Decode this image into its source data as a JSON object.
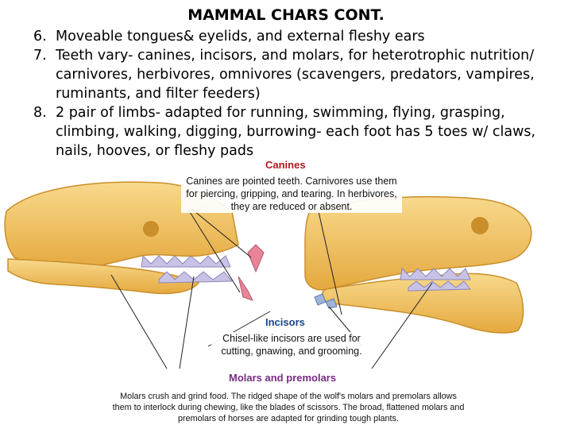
{
  "title": "MAMMAL CHARS CONT.",
  "points": [
    {
      "num": "6.",
      "text": "Moveable tongues& eyelids, and external fleshy ears"
    },
    {
      "num": "7.",
      "text": "Teeth vary- canines, incisors, and molars, for heterotrophic nutrition/ carnivores, herbivores, omnivores (scavengers, predators, vampires, ruminants, and filter feeders)"
    },
    {
      "num": "8.",
      "text": "2 pair of limbs- adapted for running, swimming, flying, grasping, climbing, walking, digging, burrowing- each foot has 5 toes w/ claws, nails, hooves, or fleshy pads"
    }
  ],
  "figure": {
    "canines": {
      "heading": "Canines",
      "caption": "Canines are pointed teeth. Carnivores use them for piercing, gripping, and tearing. In herbivores, they are reduced or absent."
    },
    "incisors": {
      "heading": "Incisors",
      "caption": "Chisel-like incisors are used for cutting, gnawing, and grooming."
    },
    "molars": {
      "heading": "Molars and premolars",
      "caption": "Molars crush and grind food. The ridged shape of the wolf's molars and premolars allows them to interlock during chewing, like the blades of scissors. The broad, flattened molars and premolars of horses are adapted for grinding tough plants."
    },
    "colors": {
      "bone": "#f2c45c",
      "bone_dark": "#c98f2a",
      "canine": "#e8849a",
      "molar": "#c8c2e6",
      "heading_red": "#b5171e",
      "heading_blue": "#17468c",
      "heading_purple": "#7a2a86"
    }
  }
}
